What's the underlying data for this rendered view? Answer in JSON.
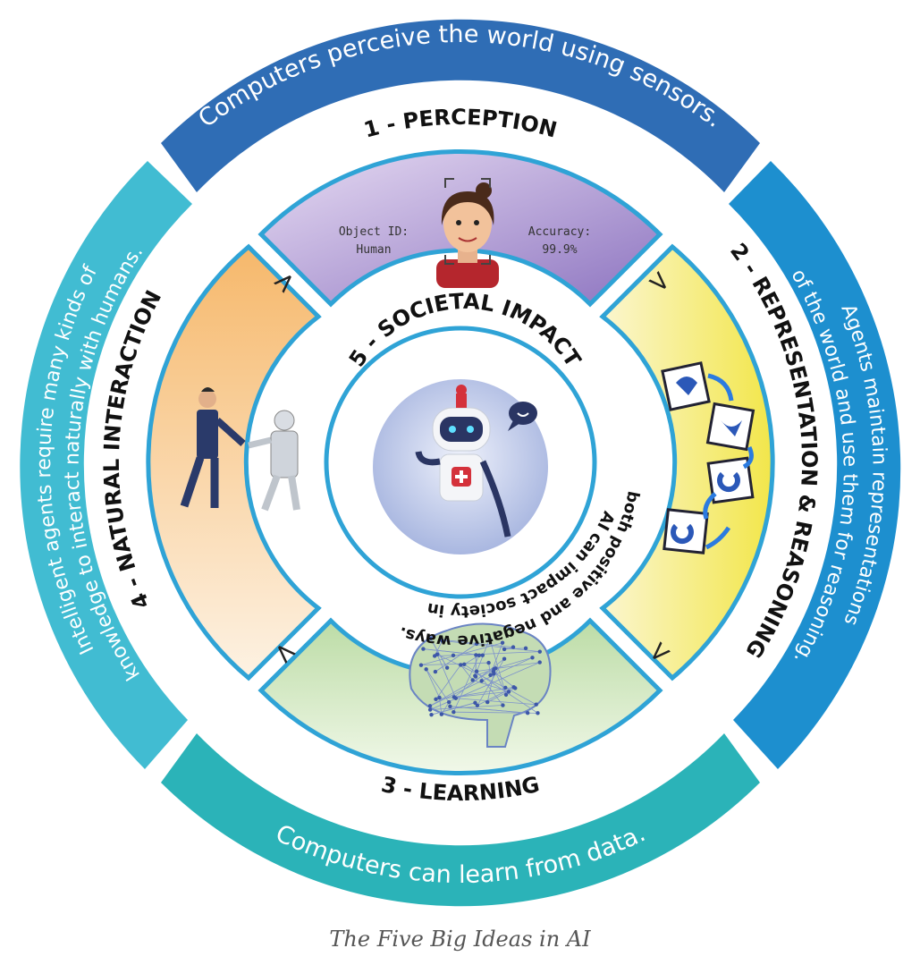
{
  "ideas": {
    "perception": {
      "title": "1 - PERCEPTION",
      "description": "Computers perceive the world using sensors.",
      "color": "#2f6db5",
      "overlay": {
        "left": [
          "Object ID:",
          "Human"
        ],
        "right": [
          "Accuracy:",
          "99.9%"
        ]
      }
    },
    "representation": {
      "title": "2 - REPRESENTATION & REASONING",
      "description_line1": "Agents maintain representations",
      "description_line2": "of the world and use them for reasoning.",
      "color": "#1d8fcf"
    },
    "learning": {
      "title": "3 - LEARNING",
      "description": "Computers can learn from data.",
      "color": "#2bb3b8"
    },
    "interaction": {
      "title": "4 - NATURAL INTERACTION",
      "description_line1": "Intelligent agents require many kinds of",
      "description_line2": "knowledge to interact naturally with humans.",
      "color": "#41bcd2"
    },
    "impact": {
      "title": "5 - SOCIETAL IMPACT",
      "description_line1": "AI can impact society in",
      "description_line2": "both positive and negative ways."
    }
  },
  "arrow_glyph": ">",
  "caption": "The Five Big Ideas in AI"
}
